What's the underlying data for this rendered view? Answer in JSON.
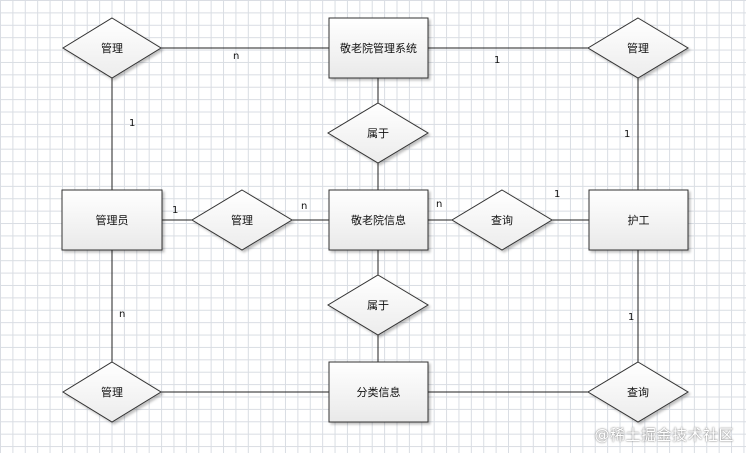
{
  "entities": {
    "system": "敬老院管理系统",
    "admin": "管理员",
    "info": "敬老院信息",
    "caregiver": "护工",
    "category": "分类信息"
  },
  "relationships": {
    "manage_top_left": "管理",
    "manage_top_right": "管理",
    "belongs_top": "属于",
    "manage_mid": "管理",
    "query_mid": "查询",
    "belongs_bottom": "属于",
    "manage_bottom_left": "管理",
    "query_bottom_right": "查询"
  },
  "cardinalities": {
    "sys_left": "n",
    "sys_right": "1",
    "admin_top": "1",
    "care_top": "1",
    "admin_mid": "1",
    "info_left": "n",
    "info_right": "n",
    "care_left": "1",
    "admin_bottom": "n",
    "care_bottom": "1"
  },
  "watermark": "@稀土掘金技术社区"
}
